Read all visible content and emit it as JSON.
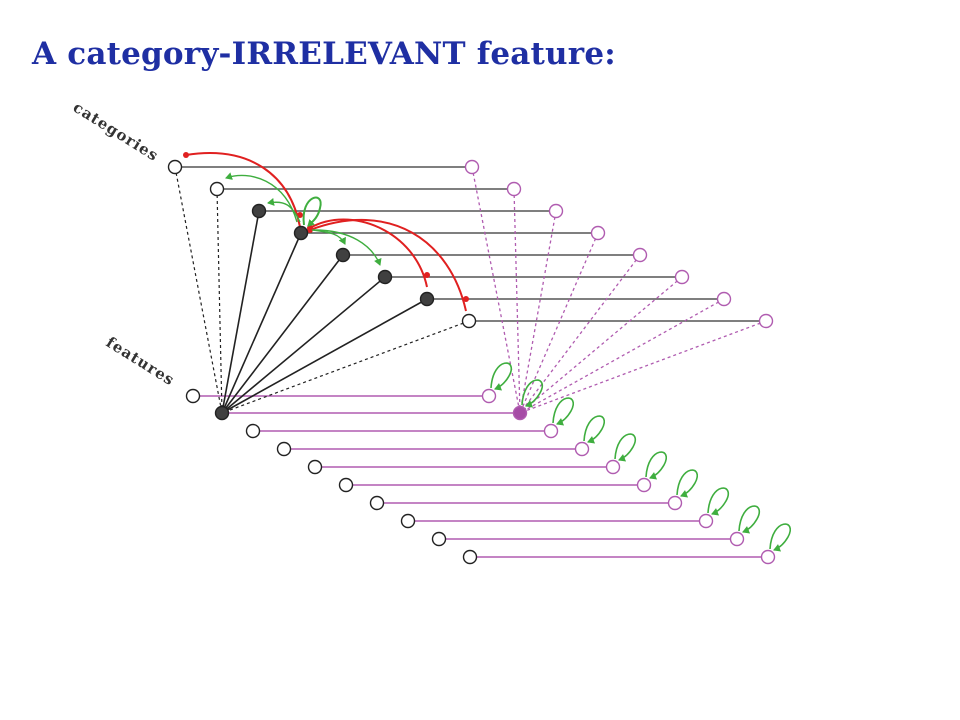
{
  "slide": {
    "title": "A category-IRRELEVANT feature:"
  },
  "diagram": {
    "labels": {
      "categories": "categories",
      "features": "features"
    },
    "colors": {
      "title": "#1f2fa3",
      "category_line": "#555555",
      "category_active_node": "#404040",
      "feature_line": "#b05cb0",
      "feature_node": "#b05cb0",
      "irrelevant_feature_node_fill": "#a64ca6",
      "red_arc": "#e02020",
      "green_arrow": "#3fae3f"
    },
    "categories": [
      {
        "id": "c1",
        "active": false
      },
      {
        "id": "c2",
        "active": false
      },
      {
        "id": "c3",
        "active": true
      },
      {
        "id": "c4",
        "active": true
      },
      {
        "id": "c5",
        "active": true
      },
      {
        "id": "c6",
        "active": true
      },
      {
        "id": "c7",
        "active": true
      },
      {
        "id": "c8",
        "active": false
      }
    ],
    "features": [
      {
        "id": "f1",
        "active": false
      },
      {
        "id": "f2",
        "active": true,
        "category_irrelevant": true
      },
      {
        "id": "f3",
        "active": false
      },
      {
        "id": "f4",
        "active": false
      },
      {
        "id": "f5",
        "active": false
      },
      {
        "id": "f6",
        "active": false
      },
      {
        "id": "f7",
        "active": false
      },
      {
        "id": "f8",
        "active": false
      },
      {
        "id": "f9",
        "active": false
      },
      {
        "id": "f10",
        "active": false
      }
    ]
  }
}
